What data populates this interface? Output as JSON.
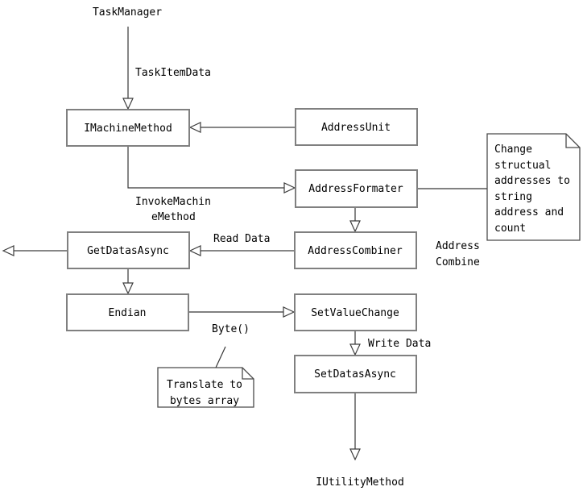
{
  "diagram": {
    "type": "flow-diagram",
    "colors": {
      "background": "#ffffff",
      "box_fill": "#ffffff",
      "box_border": "#808080",
      "connector_gray": "#868686",
      "connector_dark": "#363636",
      "text": "#000000"
    },
    "nodes": {
      "task_manager": {
        "label": "TaskManager",
        "type": "external-text"
      },
      "imachine_method": {
        "label": "IMachineMethod",
        "type": "box"
      },
      "address_unit": {
        "label": "AddressUnit",
        "type": "box"
      },
      "address_formater": {
        "label": "AddressFormater",
        "type": "box"
      },
      "address_combiner": {
        "label": "AddressCombiner",
        "type": "box"
      },
      "get_datas_async": {
        "label": "GetDatasAsync",
        "type": "box"
      },
      "endian": {
        "label": "Endian",
        "type": "box"
      },
      "set_value_change": {
        "label": "SetValueChange",
        "type": "box"
      },
      "set_datas_async": {
        "label": "SetDatasAsync",
        "type": "box"
      },
      "iutility_method": {
        "label": "IUtilityMethod",
        "type": "external-text"
      }
    },
    "notes": {
      "change": {
        "lines": [
          "Change",
          "structual",
          "addresses to",
          "string",
          "address and",
          "count"
        ]
      },
      "translate": {
        "lines": [
          "Translate to",
          "bytes array"
        ]
      }
    },
    "edges": [
      {
        "from": "TaskManager",
        "to": "IMachineMethod",
        "label": "TaskItemData"
      },
      {
        "from": "AddressUnit",
        "to": "IMachineMethod",
        "label": ""
      },
      {
        "from": "IMachineMethod",
        "to": "AddressFormater",
        "label_lines": [
          "InvokeMachin",
          "eMethod"
        ]
      },
      {
        "from": "AddressFormater",
        "to": "note-change",
        "label": ""
      },
      {
        "from": "AddressFormater",
        "to": "AddressCombiner",
        "label_lines": [
          "Address",
          "Combine"
        ]
      },
      {
        "from": "AddressCombiner",
        "to": "GetDatasAsync",
        "label": "Read Data"
      },
      {
        "from": "GetDatasAsync",
        "to": "external-left",
        "label": ""
      },
      {
        "from": "GetDatasAsync",
        "to": "Endian",
        "label": ""
      },
      {
        "from": "Endian",
        "to": "SetValueChange",
        "label": "Byte()"
      },
      {
        "from": "SetValueChange",
        "to": "SetDatasAsync",
        "label": "Write Data"
      },
      {
        "from": "SetDatasAsync",
        "to": "IUtilityMethod",
        "label": ""
      },
      {
        "from": "note-translate",
        "to": "edge-byte",
        "label": ""
      }
    ]
  }
}
